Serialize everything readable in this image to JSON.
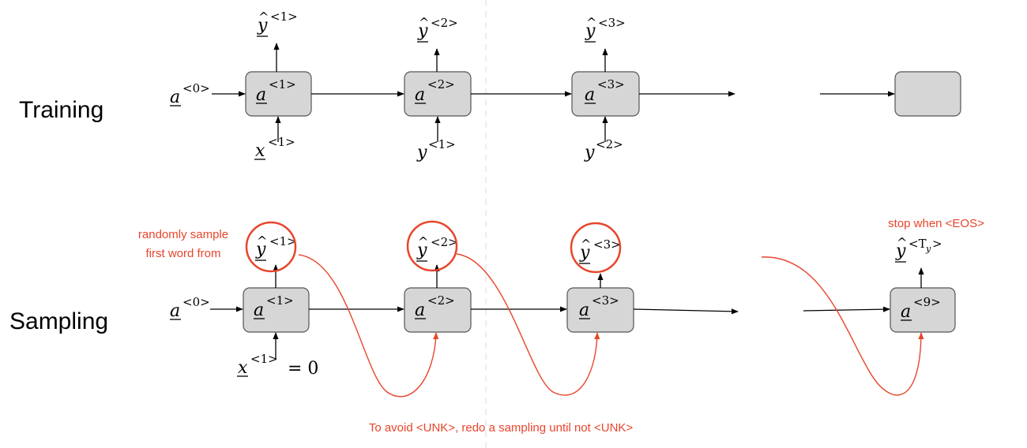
{
  "labels": {
    "training": "Training",
    "sampling": "Sampling"
  },
  "notes": {
    "random_line1": "randomly sample",
    "random_line2": "first word from",
    "stop": "stop when <EOS>",
    "avoid": "To avoid <UNK>, redo a sampling until not <UNK>"
  },
  "math": {
    "a": "a",
    "y": "y",
    "x": "x",
    "hat": "^",
    "eq_zero": "= 0",
    "sup_0": "<0>",
    "sup_1": "<1>",
    "sup_2": "<2>",
    "sup_3": "<3>",
    "sup_9": "<9>",
    "sup_Ty_open": "<T",
    "sup_Ty_sub": "y",
    "sup_Ty_close": ">"
  },
  "colors": {
    "box_fill": "#d6d6d6",
    "box_stroke": "#555555",
    "annotation": "#e8452c",
    "ink": "#000000"
  }
}
